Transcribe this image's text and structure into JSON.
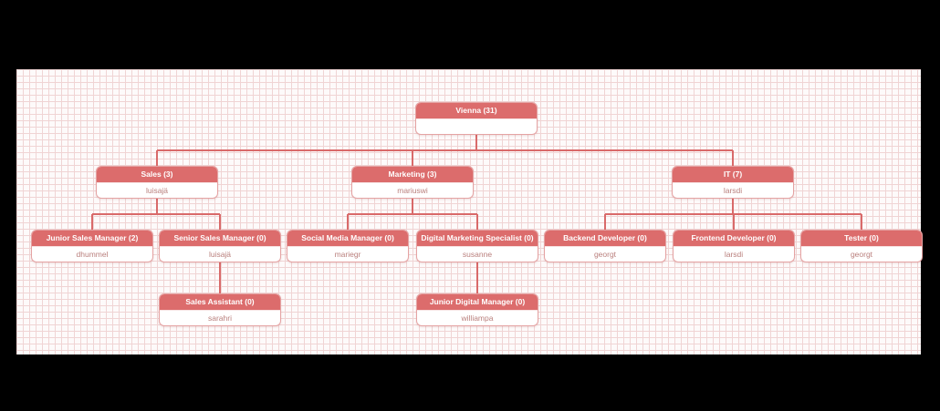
{
  "colors": {
    "page_bg": "#000000",
    "canvas_bg": "#fdfafa",
    "grid_line": "#f0d4d4",
    "node_header_bg": "#dc6c6c",
    "node_border": "#e5a3a3",
    "node_body_text": "#b97f7c",
    "connector": "#d96a6a"
  },
  "org_chart": {
    "type": "organizational-tree",
    "nodes": [
      {
        "title": "Vienna (31)",
        "subtitle": "",
        "parent": null
      },
      {
        "title": "Sales (3)",
        "subtitle": "luisajä",
        "parent": "Vienna (31)"
      },
      {
        "title": "Marketing (3)",
        "subtitle": "mariuswi",
        "parent": "Vienna (31)"
      },
      {
        "title": "IT (7)",
        "subtitle": "larsdi",
        "parent": "Vienna (31)"
      },
      {
        "title": "Junior Sales Manager (2)",
        "subtitle": "dhummel",
        "parent": "Sales (3)"
      },
      {
        "title": "Senior Sales Manager (0)",
        "subtitle": "luisajä",
        "parent": "Sales (3)"
      },
      {
        "title": "Social Media Manager (0)",
        "subtitle": "mariegr",
        "parent": "Marketing (3)"
      },
      {
        "title": "Digital Marketing Specialist (0)",
        "subtitle": "susanne",
        "parent": "Marketing (3)"
      },
      {
        "title": "Backend Developer (0)",
        "subtitle": "georgt",
        "parent": "IT (7)"
      },
      {
        "title": "Frontend Developer (0)",
        "subtitle": "larsdi",
        "parent": "IT (7)"
      },
      {
        "title": "Tester (0)",
        "subtitle": "georgt",
        "parent": "IT (7)"
      },
      {
        "title": "Sales Assistant (0)",
        "subtitle": "sarahri",
        "parent": "Senior Sales Manager (0)"
      },
      {
        "title": "Junior Digital Manager (0)",
        "subtitle": "williampa",
        "parent": "Digital Marketing Specialist (0)"
      }
    ]
  }
}
